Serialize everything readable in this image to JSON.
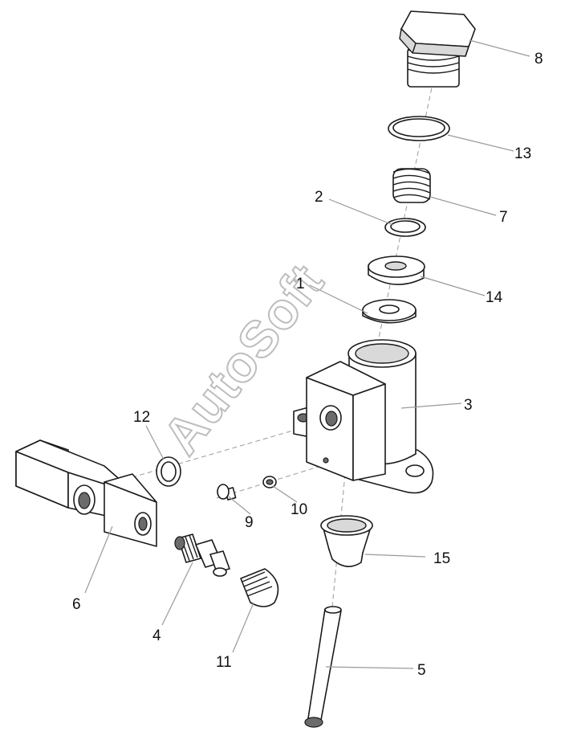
{
  "watermark": "AutoSoft",
  "parts": [
    {
      "key": "p1",
      "label": "1"
    },
    {
      "key": "p2",
      "label": "2"
    },
    {
      "key": "p3",
      "label": "3"
    },
    {
      "key": "p4",
      "label": "4"
    },
    {
      "key": "p5",
      "label": "5"
    },
    {
      "key": "p6",
      "label": "6"
    },
    {
      "key": "p7",
      "label": "7"
    },
    {
      "key": "p8",
      "label": "8"
    },
    {
      "key": "p9",
      "label": "9"
    },
    {
      "key": "p10",
      "label": "10"
    },
    {
      "key": "p11",
      "label": "11"
    },
    {
      "key": "p12",
      "label": "12"
    },
    {
      "key": "p13",
      "label": "13"
    },
    {
      "key": "p14",
      "label": "14"
    },
    {
      "key": "p15",
      "label": "15"
    }
  ]
}
